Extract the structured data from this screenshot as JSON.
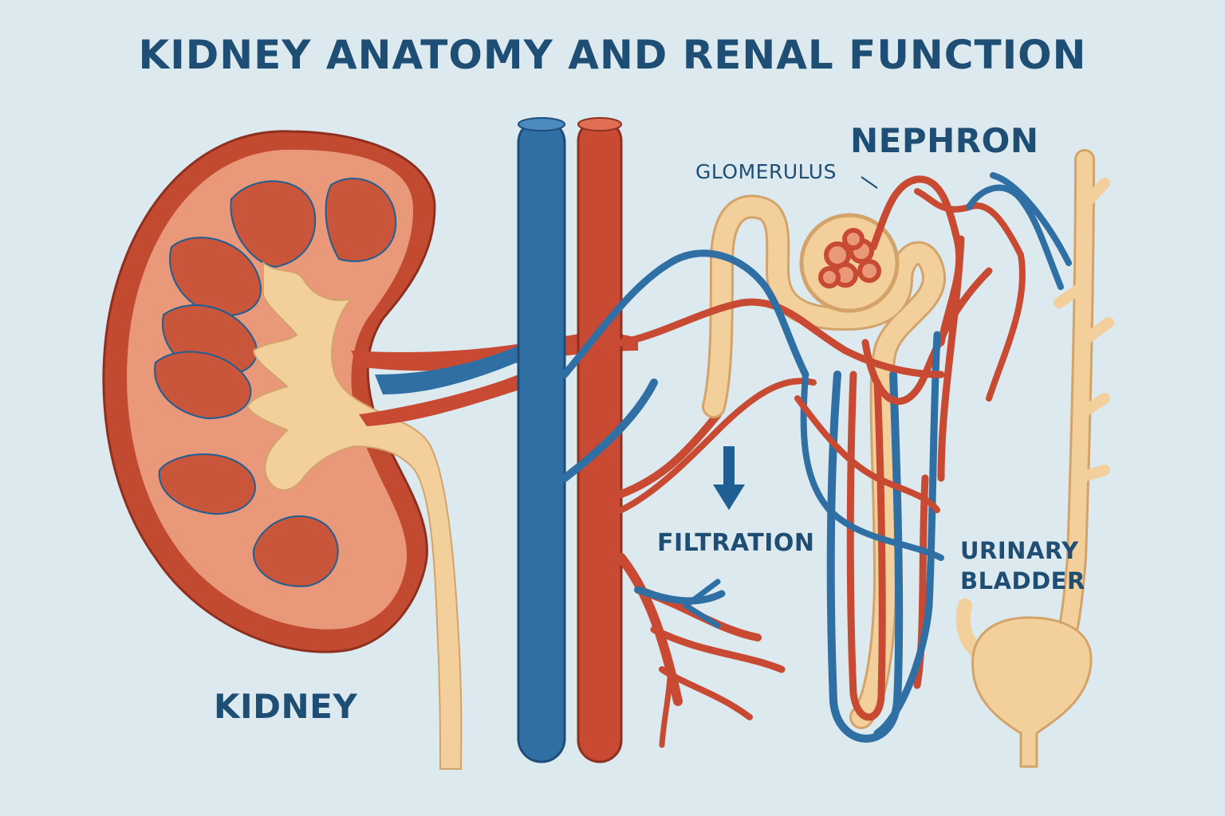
{
  "title": "KIDNEY ANATOMY AND RENAL FUNCTION",
  "labels": {
    "kidney": "KIDNEY",
    "nephron": "NEPHRON",
    "glomerulus": "GLOMERULUS",
    "filtration": "FILTRATION",
    "bladder_line1": "URINARY",
    "bladder_line2": "BLADDER"
  },
  "colors": {
    "background": "#dce9ee",
    "text": "#1f4e74",
    "artery_red": "#c84a32",
    "vein_blue": "#2f6fa3",
    "cortex": "#e9997a",
    "pelvis_tan": "#f2cf9b",
    "outline": "#a53a22"
  }
}
